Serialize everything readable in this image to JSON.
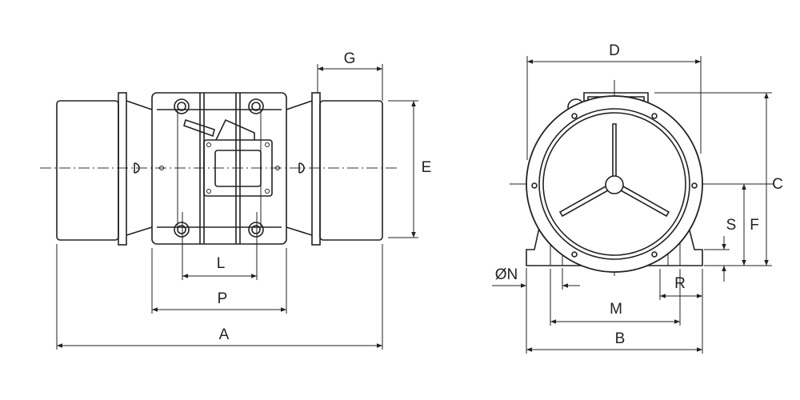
{
  "title": "Vibration motor dimension drawing",
  "side_view": {
    "labels": {
      "G": "G",
      "E": "E",
      "L": "L",
      "P": "P",
      "A": "A"
    }
  },
  "front_view": {
    "labels": {
      "D": "D",
      "C": "C",
      "F": "F",
      "S": "S",
      "N": "ØN",
      "R": "R",
      "M": "M",
      "B": "B"
    }
  },
  "colors": {
    "line": "#222222",
    "background": "#ffffff"
  }
}
